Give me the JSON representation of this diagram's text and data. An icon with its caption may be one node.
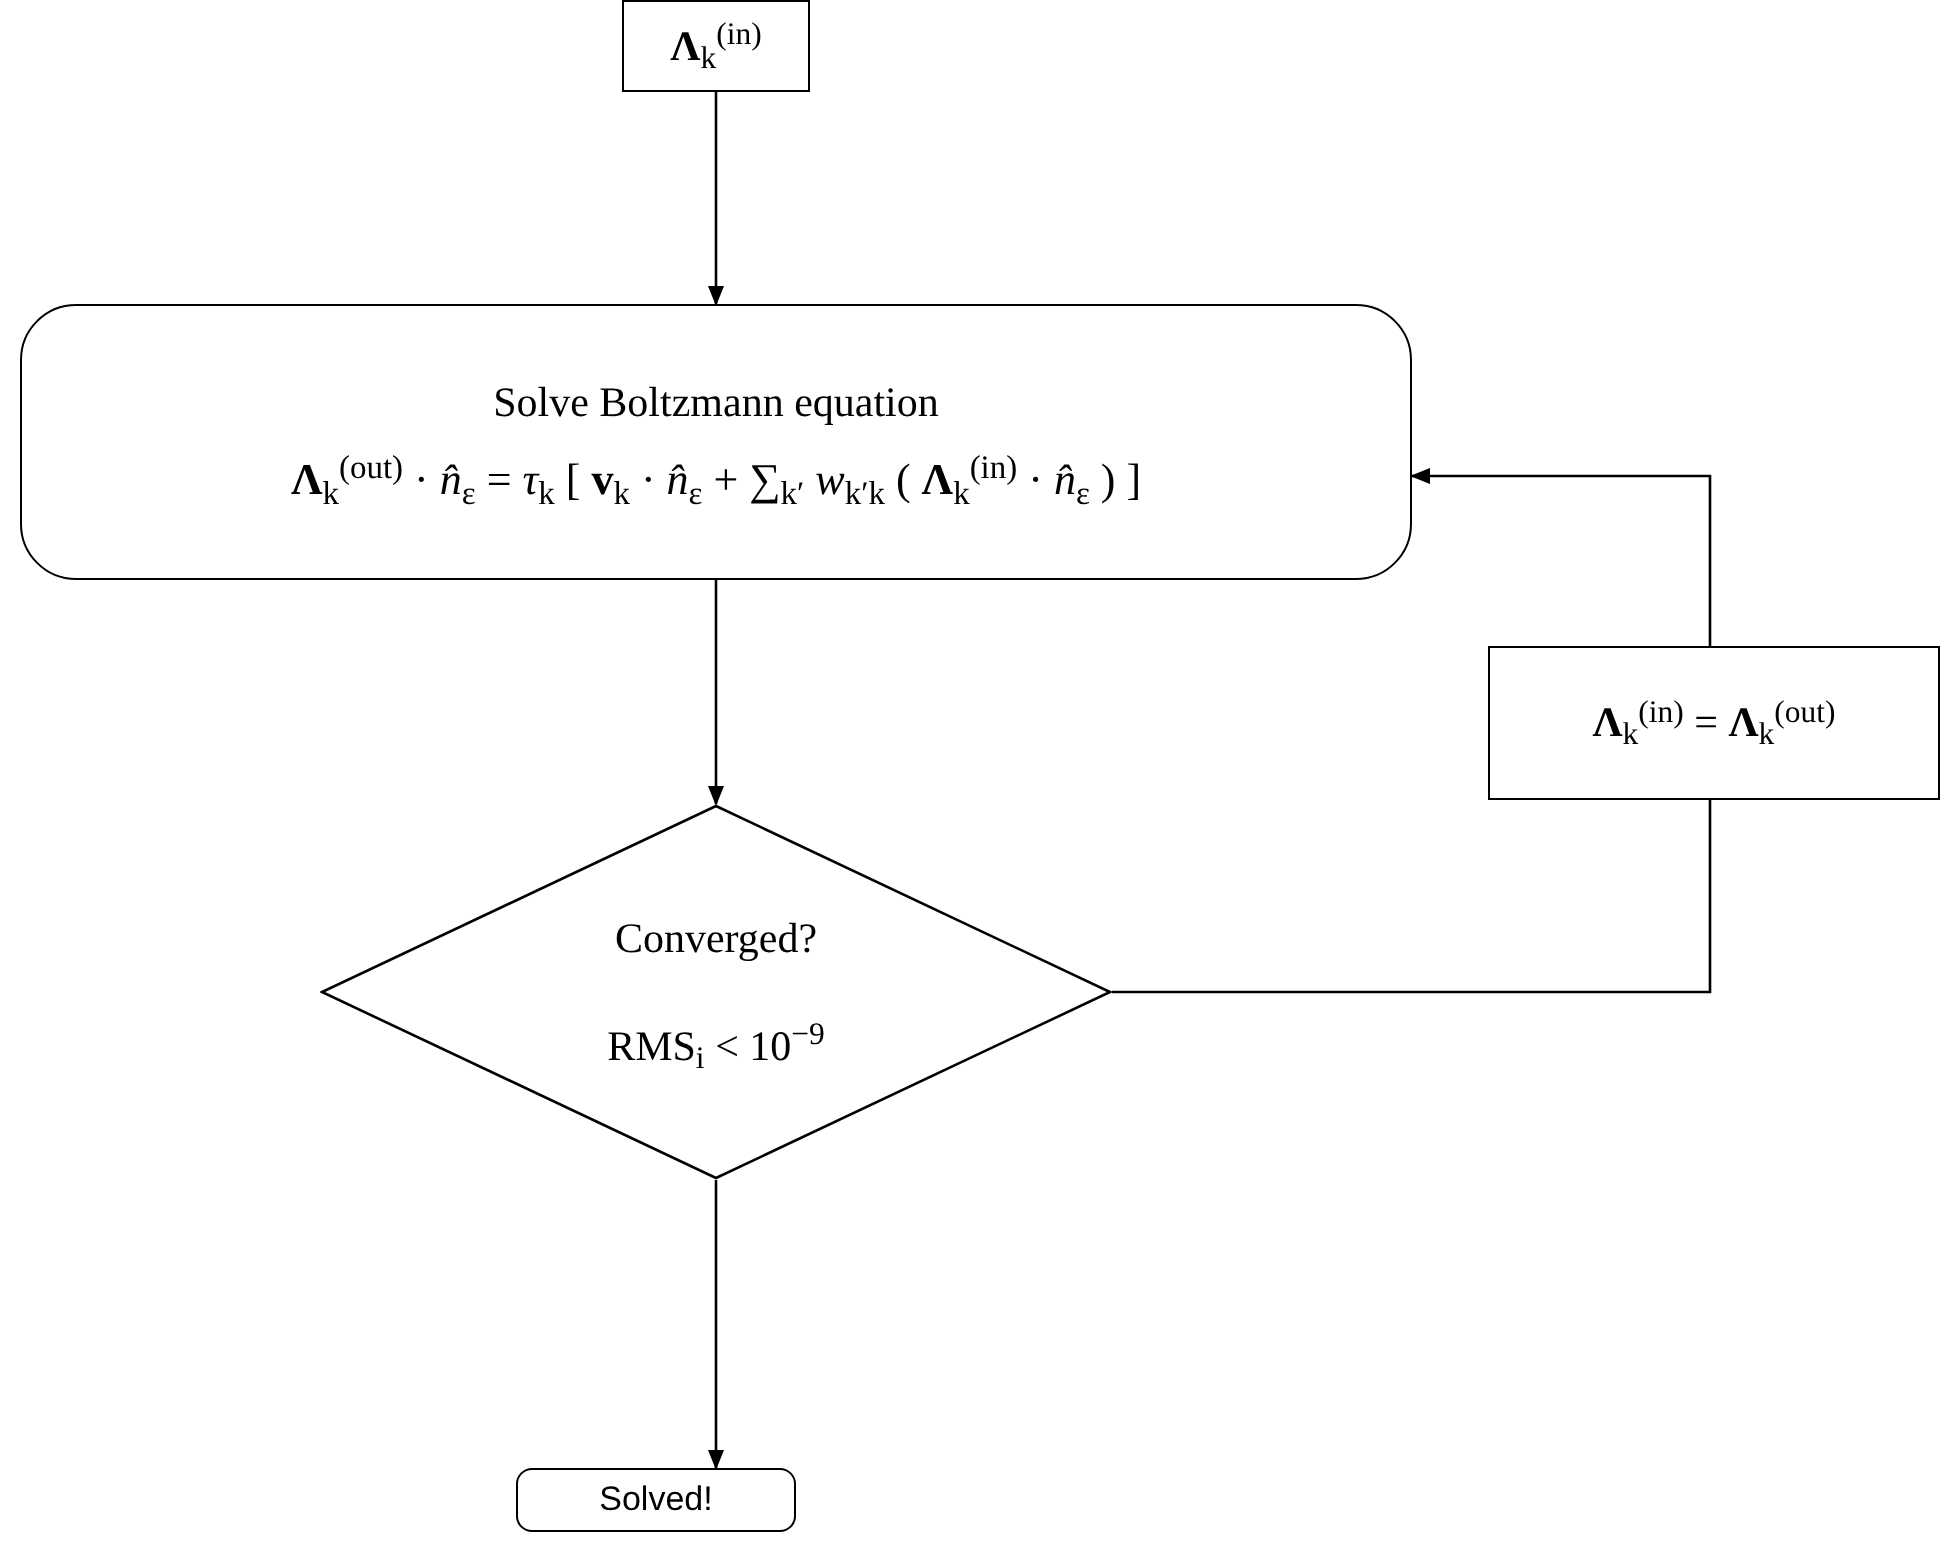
{
  "diagram": {
    "nodes": [
      {
        "text": [
          "**Λ**$_{k}$$^{(in)}$"
        ]
      },
      {
        "text": [
          "Solve Boltzmann equation",
          "**Λ**$_{k}$$^{(out)}$ · *n̂*$_{ε}$ = *τ*$_{k}$ [ **v**$_{k}$ · *n̂*$_{ε}$ + ∑$_{k′}$ *w*$_{k′k}$ ( **Λ**$_{k}$$^{(in)}$ · *n̂*$_{ε}$ ) ]"
        ]
      },
      {
        "text": [
          "Converged?",
          "RMS$_{i}$ < 10$^{−9}$"
        ]
      },
      {
        "text": [
          "**Λ**$_{k}$$^{(in)}$ = **Λ**$_{k}$$^{(out)}$"
        ]
      },
      {
        "text": [
          "Solved!"
        ]
      }
    ],
    "edges": [
      {
        "from": 0,
        "to": 1,
        "arrow": "to"
      },
      {
        "from": 1,
        "to": 2,
        "arrow": "to"
      },
      {
        "from": 2,
        "to": 3,
        "arrow": "none"
      },
      {
        "from": 3,
        "to": 1,
        "arrow": "to"
      },
      {
        "from": 2,
        "to": 4,
        "arrow": "to"
      }
    ]
  }
}
